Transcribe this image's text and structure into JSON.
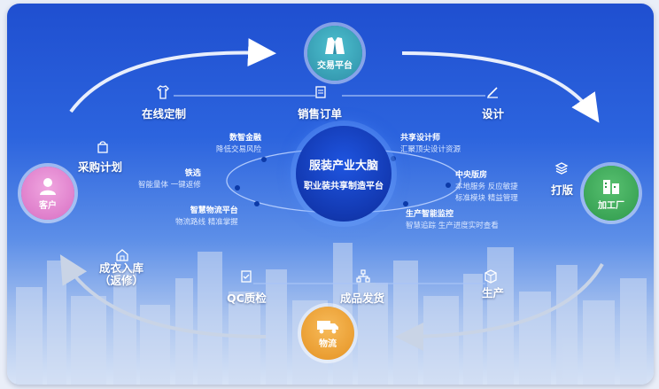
{
  "hub": {
    "title": "服装产业大脑",
    "subtitle": "职业装共享制造平台"
  },
  "nodes": {
    "trade": "交易平台",
    "factory": "加工厂",
    "logistics": "物流",
    "customer": "客户"
  },
  "steps": {
    "online_custom": "在线定制",
    "sales_order": "销售订单",
    "design": "设计",
    "purchase_plan": "采购计划",
    "pattern": "打版",
    "warehouse_line1": "成衣入库",
    "warehouse_line2": "（返修）",
    "qc": "QC质检",
    "shipping": "成品发货",
    "production": "生产"
  },
  "features": {
    "finance": {
      "title": "数智金融",
      "desc": "降低交易风险"
    },
    "sizing": {
      "title": "铁选",
      "desc": "智能量体 一键返修"
    },
    "logistics_platform": {
      "title": "智慧物流平台",
      "desc": "物流路线 精准掌握"
    },
    "shared_designer": {
      "title": "共享设计师",
      "desc": "汇聚顶尖设计资源"
    },
    "central_sample": {
      "title": "中央版房",
      "desc1": "本地服务 反应敏捷",
      "desc2": "标准模块 精益管理"
    },
    "production_monitor": {
      "title": "生产智能监控",
      "desc": "智慧追踪 生产进度实时查看"
    }
  },
  "colors": {
    "trade": "#3aa2b8",
    "factory": "#3fa85a",
    "logistics": "#f0a43a",
    "customer": "#e58fd2"
  }
}
